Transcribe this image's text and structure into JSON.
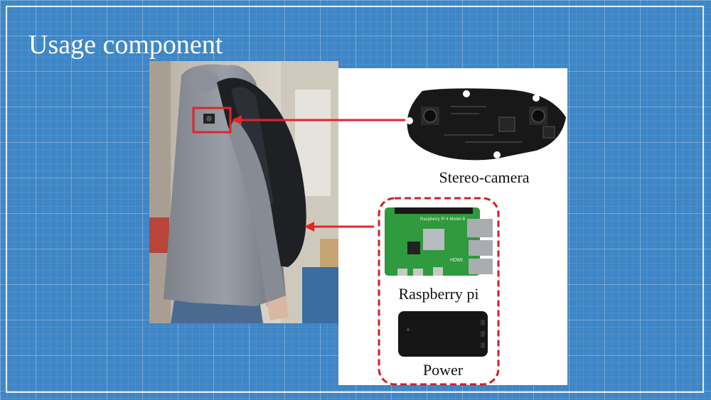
{
  "slide": {
    "title": "Usage component",
    "background_color": "#3f86c6",
    "accent_color": "#e0262b"
  },
  "labels": {
    "stereo_camera": "Stereo-camera",
    "raspberry_pi": "Raspberry pi",
    "power": "Power"
  },
  "board": {
    "text": "Raspberry Pi 4 Model B",
    "hdmi": "HDMI"
  },
  "icons": {
    "arrow_camera": "arrow-left-icon",
    "arrow_backpack": "arrow-left-icon"
  }
}
